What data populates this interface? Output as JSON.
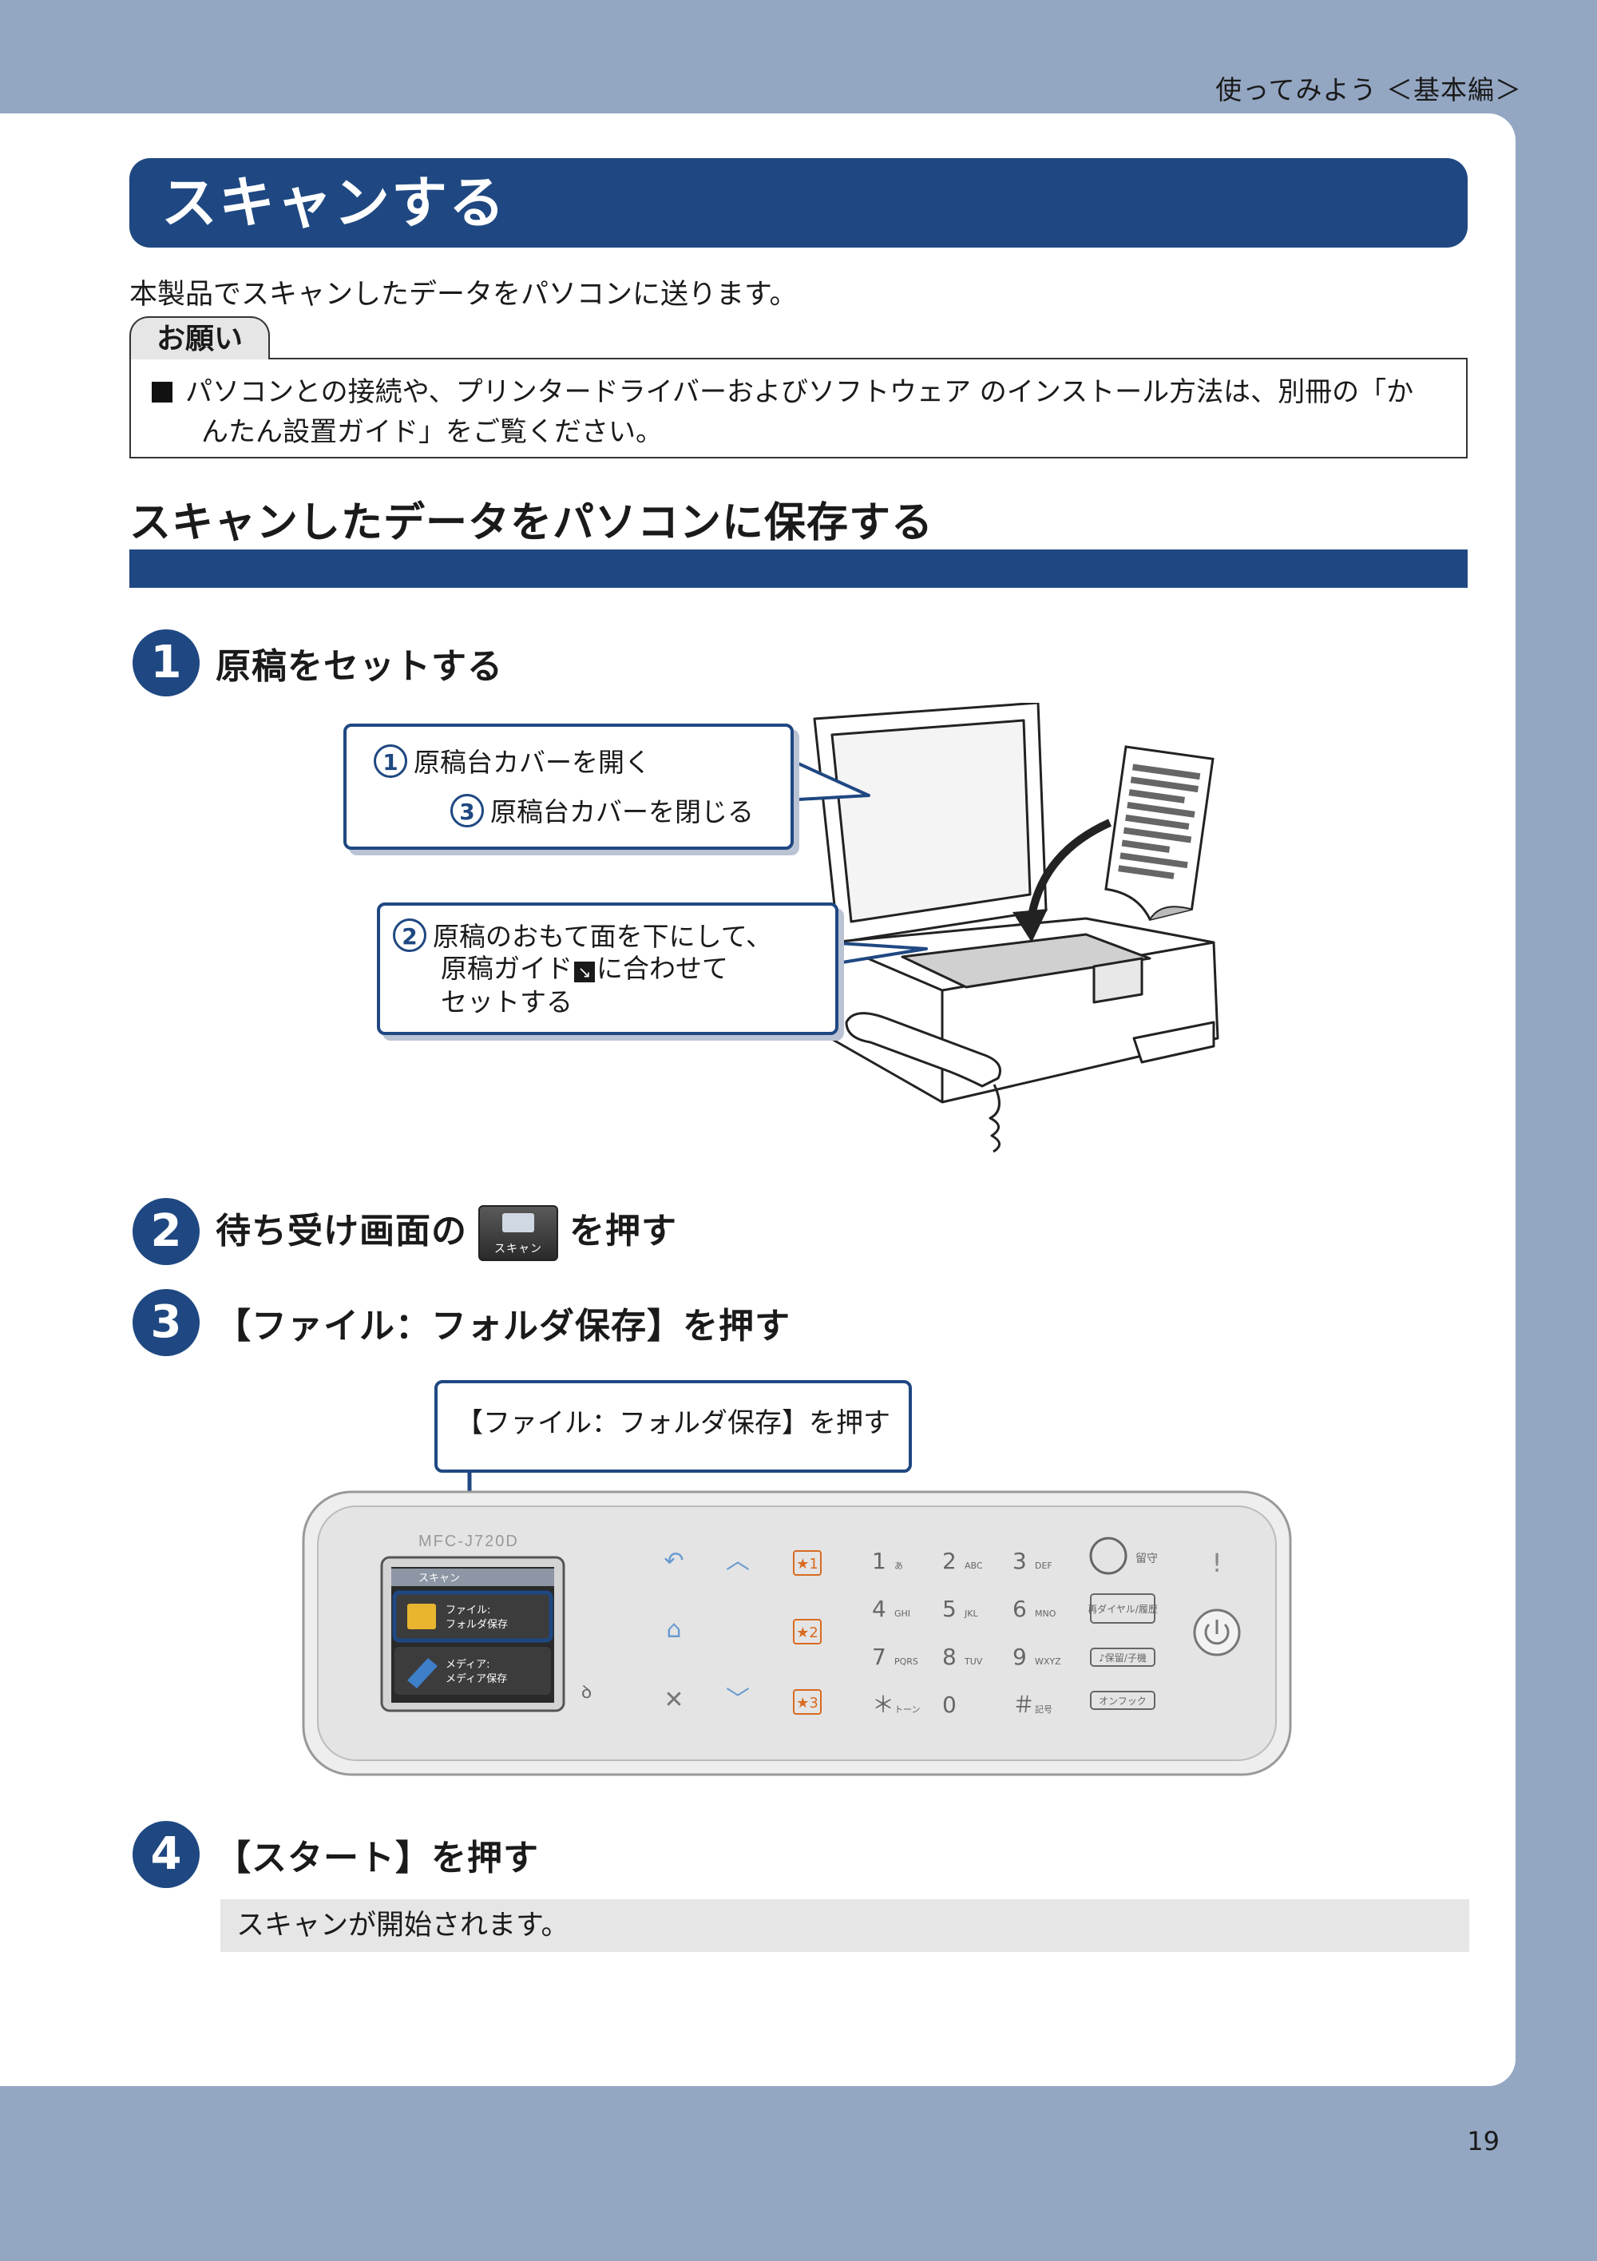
{
  "header": {
    "section_label": "使ってみよう ＜基本編＞"
  },
  "page_number": "19",
  "title": "スキャンする",
  "intro": "本製品でスキャンしたデータをパソコンに送ります。",
  "notice": {
    "tab_label": "お願い",
    "line1": "パソコンとの接続や、プリンタードライバーおよびソフトウェア のインストール方法は、別冊の「か",
    "line2": "んたん設置ガイド」をご覧ください。"
  },
  "section_title": "スキャンしたデータをパソコンに保存する",
  "steps": [
    {
      "num": "1",
      "text": "原稿をセットする"
    },
    {
      "num": "2",
      "text_before": "待ち受け画面の",
      "text_after": "を押す",
      "icon_label": "スキャン"
    },
    {
      "num": "3",
      "text": "【ファイル：フォルダ保存】を押す"
    },
    {
      "num": "4",
      "text": "【スタート】を押す"
    }
  ],
  "callouts": {
    "open_cover": {
      "num": "1",
      "text": "原稿台カバーを開く"
    },
    "close_cover": {
      "num": "3",
      "text": "原稿台カバーを閉じる"
    },
    "place_doc": {
      "num": "2",
      "line1": "原稿のおもて面を下にして、",
      "line2a": "原稿ガイド",
      "line2b": "に合わせて",
      "line3": "セットする"
    },
    "panel": {
      "text": "【ファイル：フォルダ保存】を押す"
    }
  },
  "panel": {
    "model": "MFC-J720D",
    "screen_items": [
      "スキャン",
      "ファイル:",
      "フォルダ保存",
      "メディア:",
      "メディア保存"
    ],
    "keys": [
      {
        "k": "1",
        "s": "あ"
      },
      {
        "k": "2",
        "s": "ABC"
      },
      {
        "k": "3",
        "s": "DEF"
      },
      {
        "k": "4",
        "s": "GHI"
      },
      {
        "k": "5",
        "s": "JKL"
      },
      {
        "k": "6",
        "s": "MNO"
      },
      {
        "k": "7",
        "s": "PQRS"
      },
      {
        "k": "8",
        "s": "TUV"
      },
      {
        "k": "9",
        "s": "WXYZ"
      },
      {
        "k": "＊",
        "s": "トーン"
      },
      {
        "k": "0",
        "s": ""
      },
      {
        "k": "＃",
        "s": "記号"
      }
    ],
    "speed_dials": [
      "★1",
      "★2",
      "★3"
    ],
    "side_buttons": [
      "留守",
      "再ダイヤル/履歴",
      "♪保留/子機",
      "オンフック"
    ]
  },
  "result_text": "スキャンが開始されます。"
}
